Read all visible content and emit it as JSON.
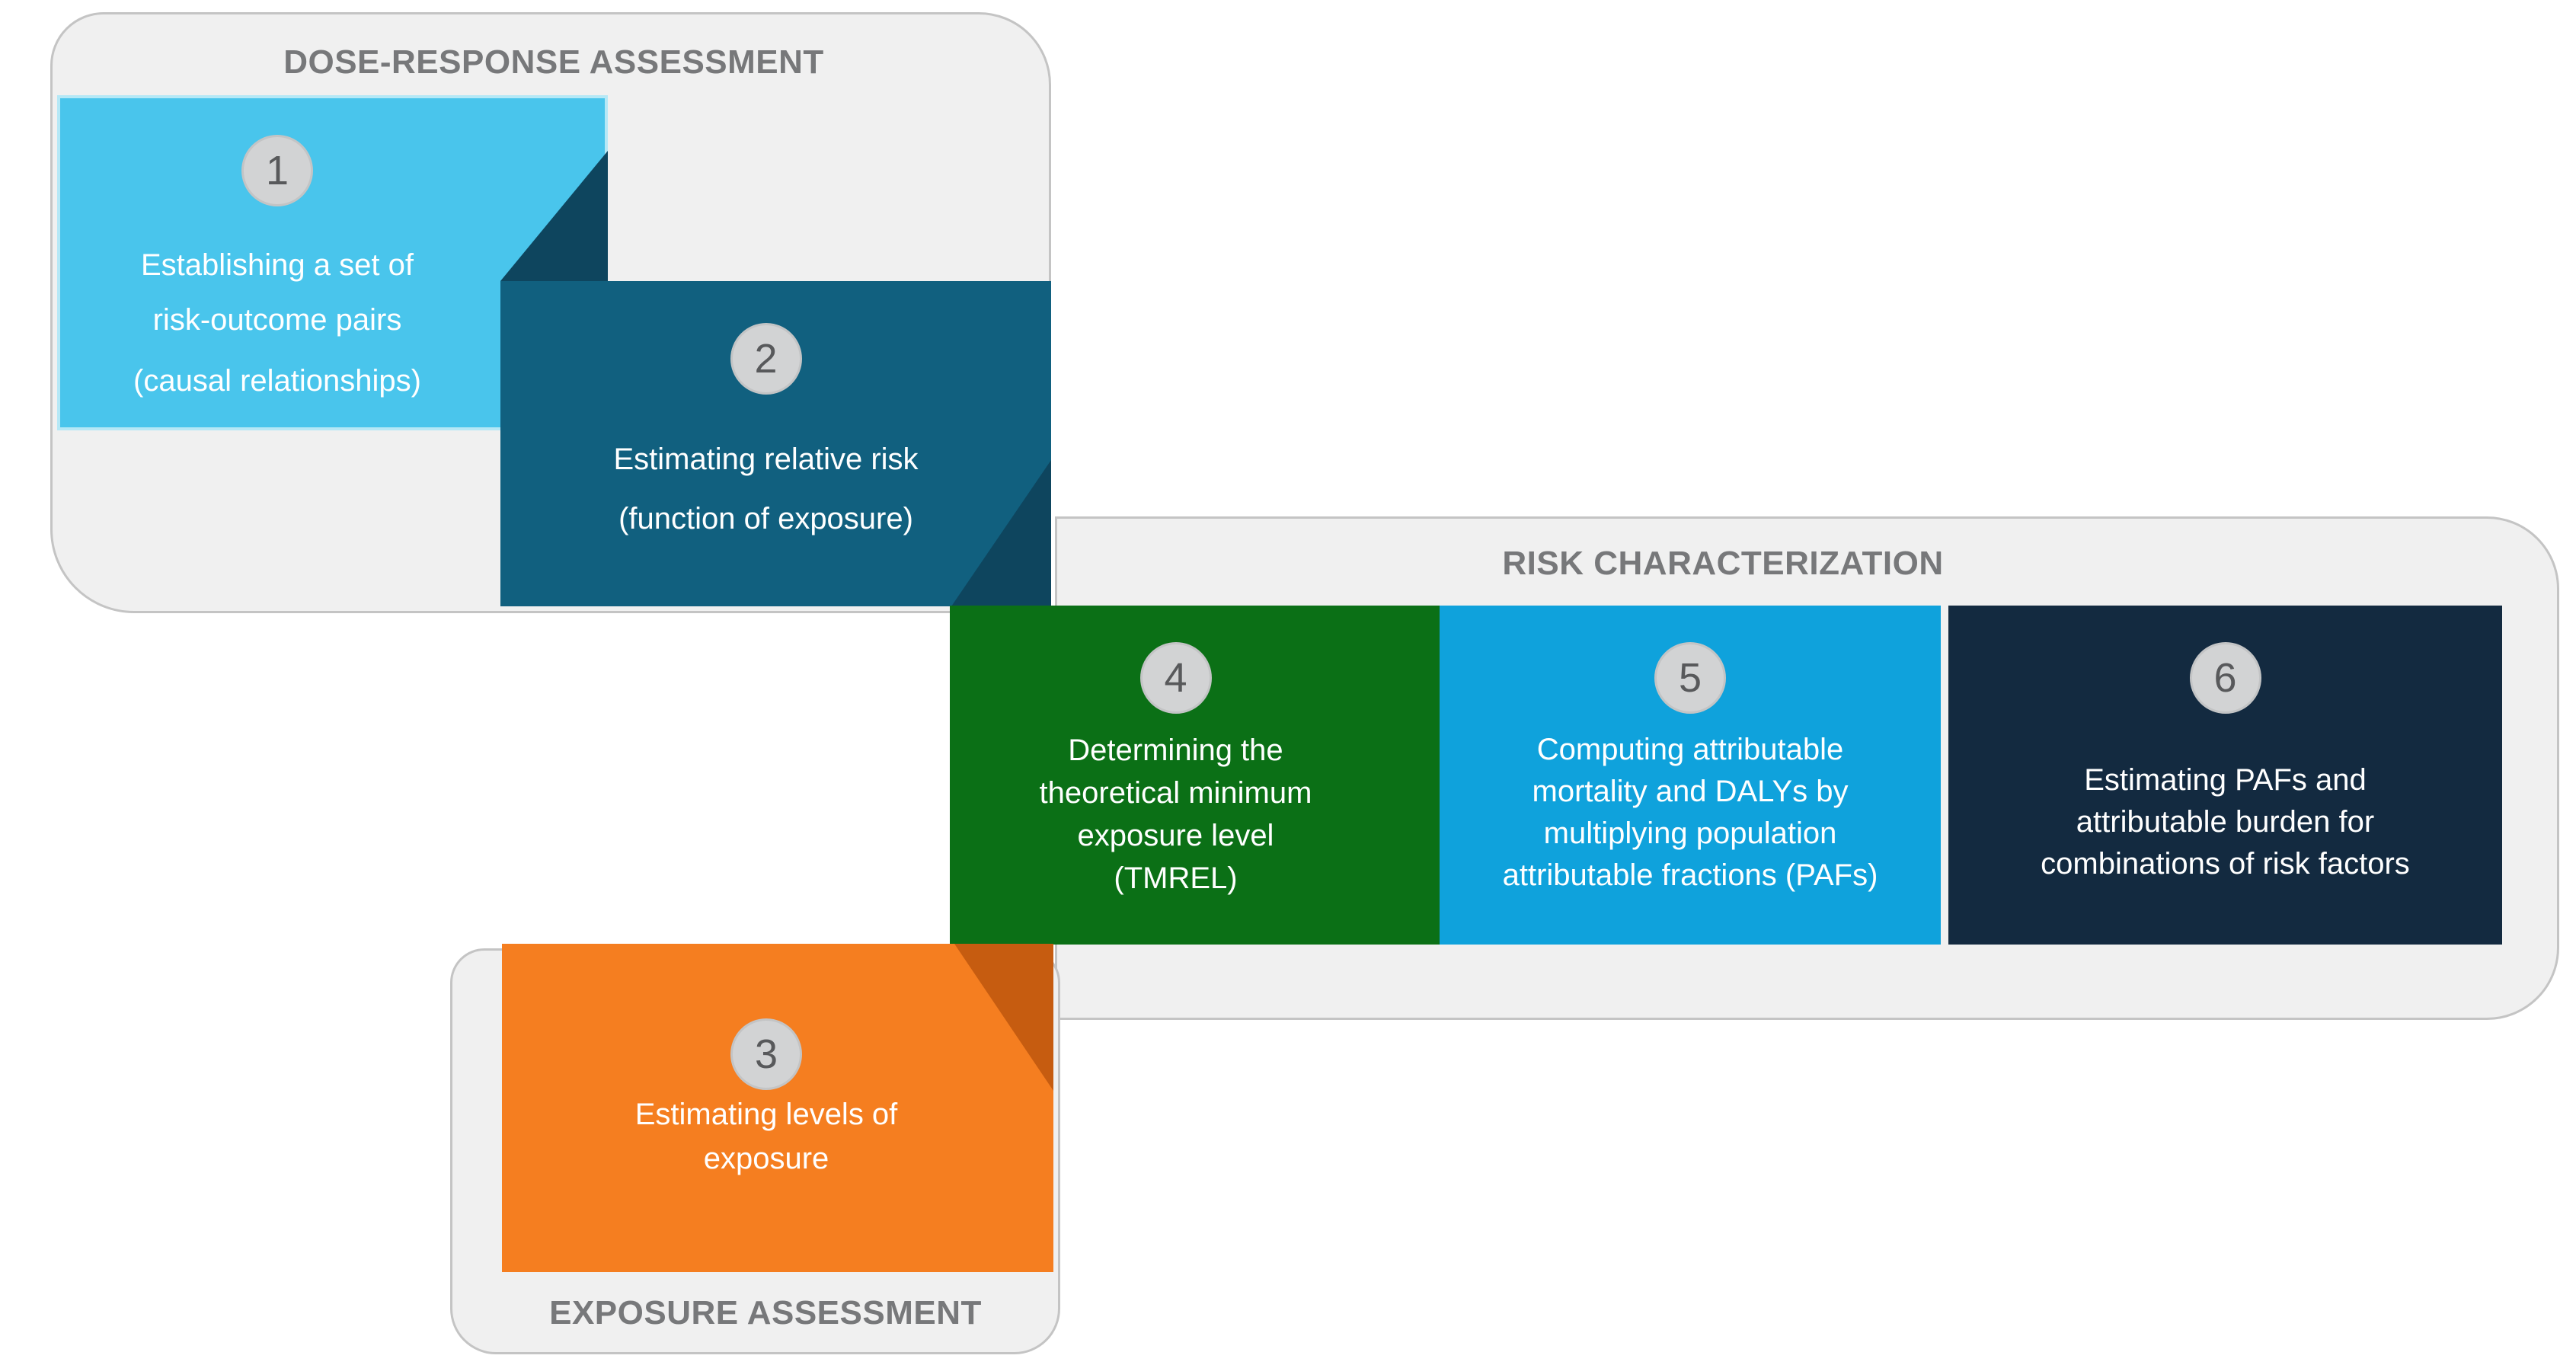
{
  "diagram": {
    "background": "#ffffff",
    "panels": {
      "dose_response": {
        "title": "DOSE-RESPONSE ASSESSMENT",
        "fill": "#f0f0f0",
        "border_color": "#c4c4c4",
        "title_color": "#77787a"
      },
      "risk_characterization": {
        "title": "RISK CHARACTERIZATION",
        "fill": "#f0f0f0",
        "border_color": "#c4c4c4",
        "title_color": "#77787a"
      },
      "exposure_assessment": {
        "title": "EXPOSURE ASSESSMENT",
        "fill": "#f0f0f0",
        "border_color": "#c4c4c4",
        "title_color": "#77787a"
      }
    },
    "steps": [
      {
        "number": "1",
        "lines": [
          "Establishing a set of",
          "risk-outcome pairs",
          "(causal relationships)"
        ],
        "fill": "#49c5ec",
        "border_color": "#b5e8f6",
        "text_color": "#ffffff",
        "panel": "dose_response"
      },
      {
        "number": "2",
        "lines": [
          "Estimating relative risk",
          "(function of exposure)"
        ],
        "fill": "#11607f",
        "text_color": "#ffffff",
        "panel": "dose_response"
      },
      {
        "number": "3",
        "lines": [
          "Estimating levels of",
          "exposure"
        ],
        "fill": "#f57e20",
        "text_color": "#ffffff",
        "panel": "exposure_assessment"
      },
      {
        "number": "4",
        "lines": [
          "Determining the",
          "theoretical minimum",
          "exposure level",
          "(TMREL)"
        ],
        "fill": "#0b7016",
        "text_color": "#ffffff",
        "panel": "risk_characterization"
      },
      {
        "number": "5",
        "lines": [
          "Computing attributable",
          "mortality and DALYs by",
          "multiplying population",
          "attributable fractions (PAFs)"
        ],
        "fill": "#0fa2dc",
        "text_color": "#ffffff",
        "panel": "risk_characterization"
      },
      {
        "number": "6",
        "lines": [
          "Estimating PAFs and",
          "attributable burden for",
          "combinations of risk factors"
        ],
        "fill": "#132a40",
        "text_color": "#ffffff",
        "panel": "risk_characterization"
      }
    ],
    "folds": [
      {
        "between": "step-1-and-2",
        "color": "#0e455e"
      },
      {
        "between": "step-2-and-4",
        "color": "#0e455e"
      },
      {
        "between": "step-3-and-4",
        "color": "#c65c10"
      }
    ],
    "badge_style": {
      "fill": "#d2d3d4",
      "border_color": "#c3c4c5",
      "number_color": "#58595b"
    }
  }
}
